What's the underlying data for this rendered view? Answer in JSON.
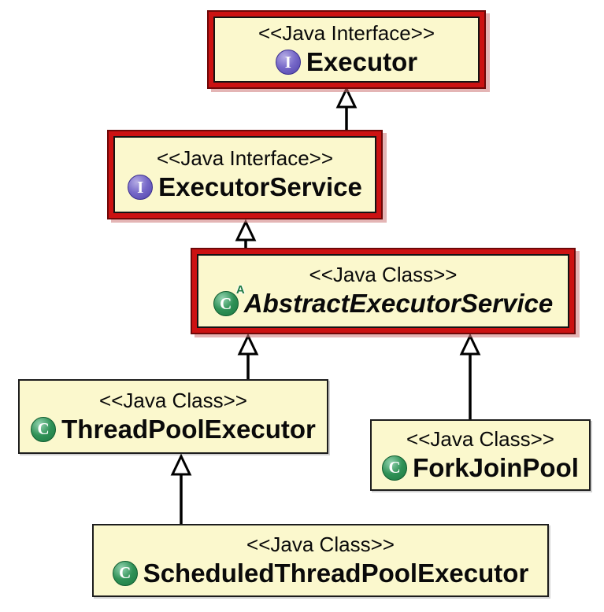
{
  "diagram": {
    "kind": "uml-class-diagram",
    "nodes": {
      "executor": {
        "stereotype": "<<Java Interface>>",
        "name": "Executor",
        "member_kind": "interface",
        "emphasized": true
      },
      "executor_service": {
        "stereotype": "<<Java Interface>>",
        "name": "ExecutorService",
        "member_kind": "interface",
        "emphasized": true
      },
      "abstract_executor_service": {
        "stereotype": "<<Java Class>>",
        "name": "AbstractExecutorService",
        "member_kind": "abstract-class",
        "emphasized": true
      },
      "thread_pool_executor": {
        "stereotype": "<<Java Class>>",
        "name": "ThreadPoolExecutor",
        "member_kind": "class",
        "emphasized": false
      },
      "fork_join_pool": {
        "stereotype": "<<Java Class>>",
        "name": "ForkJoinPool",
        "member_kind": "class",
        "emphasized": false
      },
      "scheduled_thread_pool_executor": {
        "stereotype": "<<Java Class>>",
        "name": "ScheduledThreadPoolExecutor",
        "member_kind": "class",
        "emphasized": false
      }
    },
    "edges": [
      {
        "from": "ExecutorService",
        "to": "Executor",
        "type": "generalization"
      },
      {
        "from": "AbstractExecutorService",
        "to": "ExecutorService",
        "type": "generalization"
      },
      {
        "from": "ThreadPoolExecutor",
        "to": "AbstractExecutorService",
        "type": "generalization"
      },
      {
        "from": "ForkJoinPool",
        "to": "AbstractExecutorService",
        "type": "generalization"
      },
      {
        "from": "ScheduledThreadPoolExecutor",
        "to": "ThreadPoolExecutor",
        "type": "generalization"
      }
    ],
    "icons": {
      "interface_letter": "I",
      "class_letter": "C",
      "abstract_badge": "A"
    },
    "colors": {
      "node_fill": "#fbf8cd",
      "emphasis_border": "#cc1212",
      "plain_border": "#1d1d1d",
      "interface_icon": "#7668c8",
      "class_icon": "#2f9156",
      "edge": "#000000"
    }
  }
}
